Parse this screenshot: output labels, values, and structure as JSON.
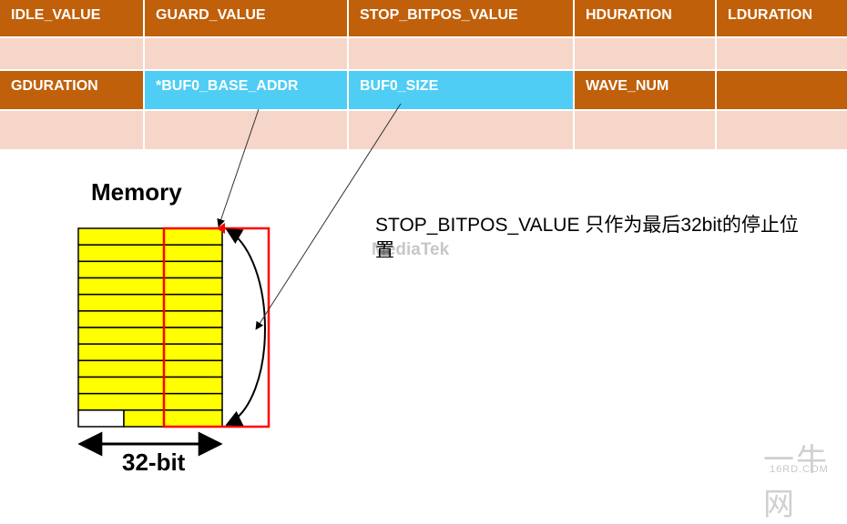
{
  "table": {
    "row1": [
      "IDLE_VALUE",
      "GUARD_VALUE",
      "STOP_BITPOS_VALUE",
      "HDURATION",
      "LDURATION"
    ],
    "row2": [
      "GDURATION",
      "*BUF0_BASE_ADDR",
      "BUF0_SIZE",
      "WAVE_NUM",
      ""
    ]
  },
  "memory": {
    "title": "Memory",
    "width_label": "32-bit",
    "row_count": 12
  },
  "note": "STOP_BITPOS_VALUE 只作为最后32bit的停止位置",
  "watermarks": {
    "center": "MediaTek",
    "corner": "一牛网",
    "corner_url": "16RD.COM"
  },
  "colors": {
    "header": "#c0600a",
    "empty_row": "#f6d6c9",
    "highlight": "#4fcdf5",
    "memory_fill": "#ffff00",
    "red": "#ff0000"
  }
}
